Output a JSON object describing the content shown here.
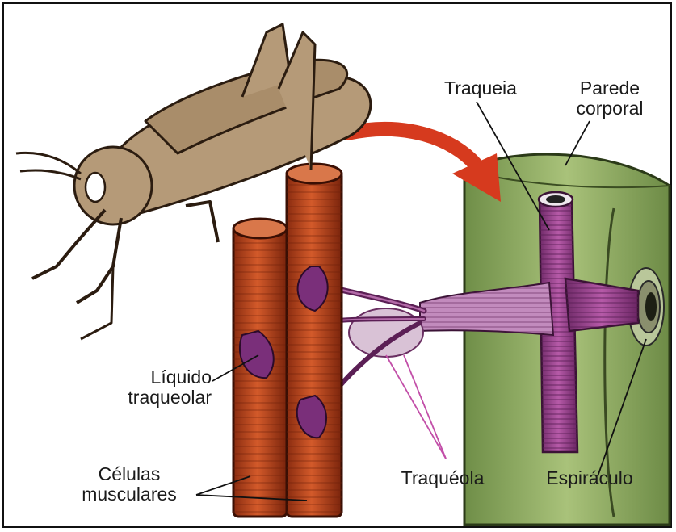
{
  "diagram": {
    "labels": {
      "traqueia": "Traqueia",
      "parede_line1": "Parede",
      "parede_line2": "corporal",
      "liquido_line1": "Líquido",
      "liquido_line2": "traqueolar",
      "celulas_line1": "Células",
      "celulas_line2": "musculares",
      "traqueola": "Traquéola",
      "espiraculo": "Espiráculo"
    },
    "colors": {
      "grasshopper": "#b59a78",
      "outline": "#2b1c10",
      "muscle": "#b8401c",
      "muscle_dark": "#7e2810",
      "trachea": "#9a3d8e",
      "body_wall": "#86a85a",
      "arrow": "#d63a1e",
      "pointer": "#c24ea8"
    }
  }
}
